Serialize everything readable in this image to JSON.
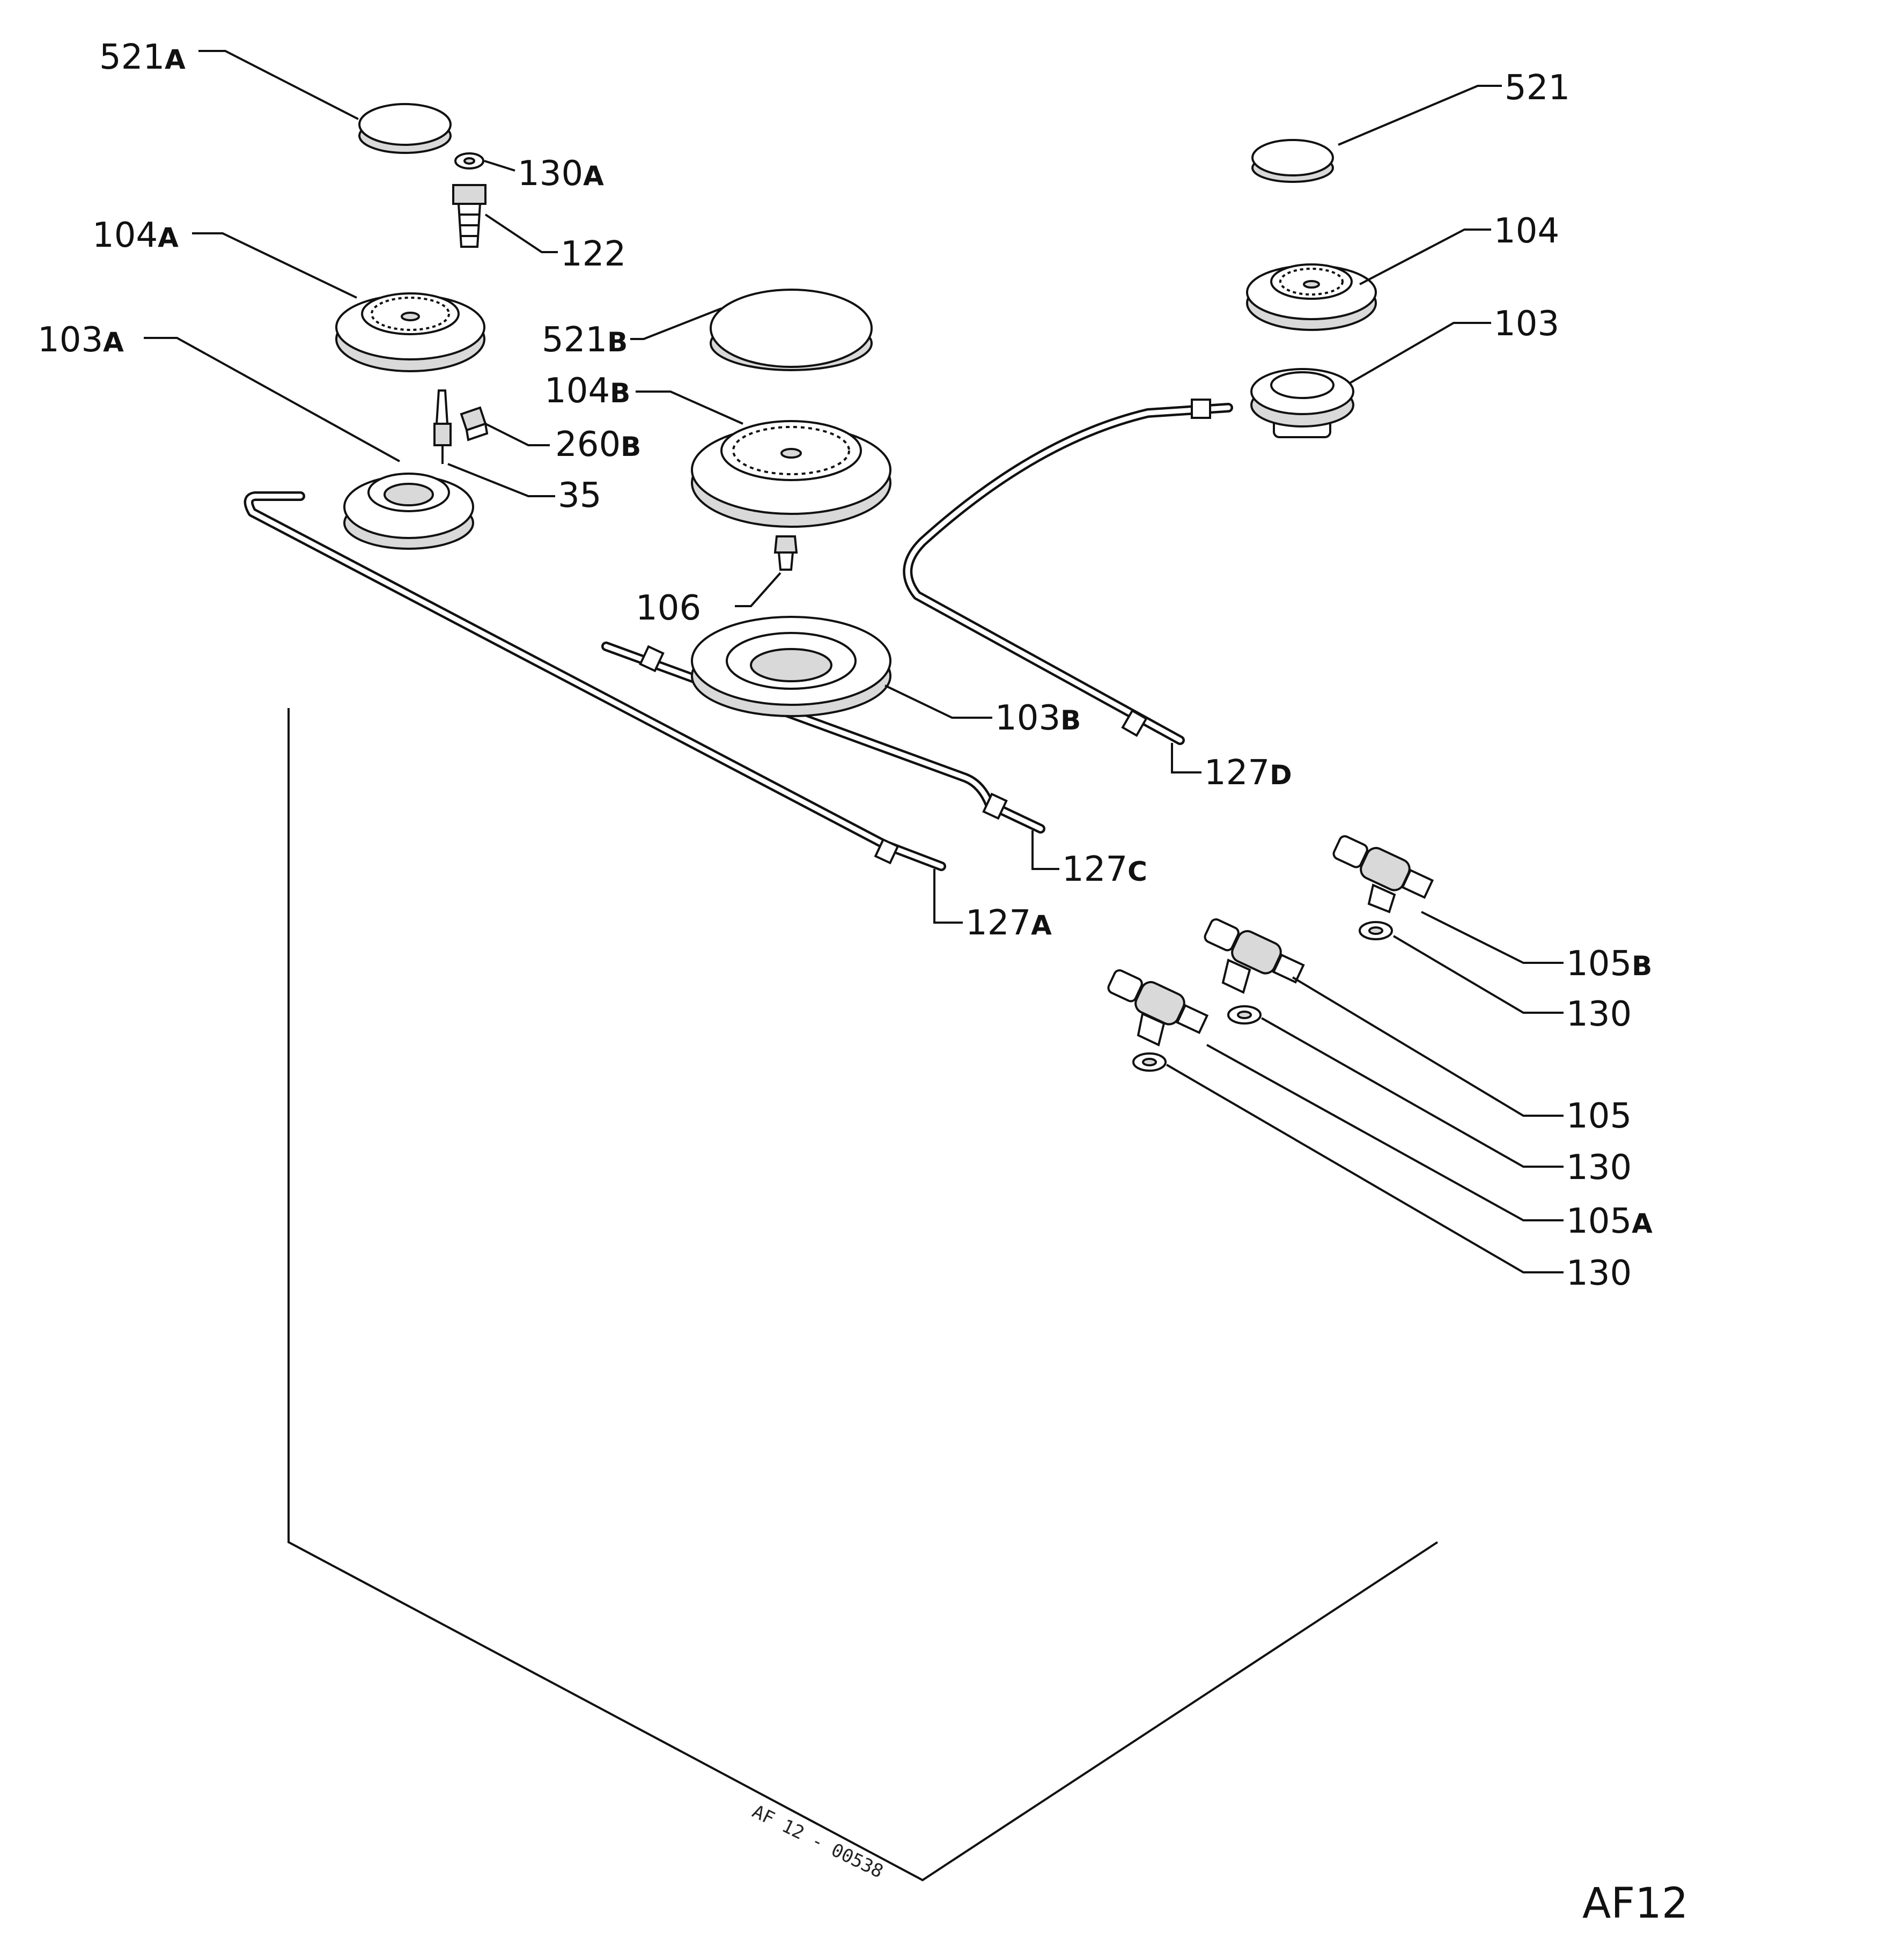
{
  "labels": [
    {
      "id": "521a",
      "num": "521",
      "sfx": "A"
    },
    {
      "id": "130a",
      "num": "130",
      "sfx": "A"
    },
    {
      "id": "122",
      "num": "122",
      "sfx": ""
    },
    {
      "id": "104a",
      "num": "104",
      "sfx": "A"
    },
    {
      "id": "103a",
      "num": "103",
      "sfx": "A"
    },
    {
      "id": "521b",
      "num": "521",
      "sfx": "B"
    },
    {
      "id": "104b",
      "num": "104",
      "sfx": "B"
    },
    {
      "id": "260b",
      "num": "260",
      "sfx": "B"
    },
    {
      "id": "35",
      "num": "35",
      "sfx": ""
    },
    {
      "id": "106",
      "num": "106",
      "sfx": ""
    },
    {
      "id": "103b",
      "num": "103",
      "sfx": "B"
    },
    {
      "id": "521",
      "num": "521",
      "sfx": ""
    },
    {
      "id": "104",
      "num": "104",
      "sfx": ""
    },
    {
      "id": "103",
      "num": "103",
      "sfx": ""
    },
    {
      "id": "127d",
      "num": "127",
      "sfx": "D"
    },
    {
      "id": "127c",
      "num": "127",
      "sfx": "C"
    },
    {
      "id": "127a",
      "num": "127",
      "sfx": "A"
    },
    {
      "id": "105b",
      "num": "105",
      "sfx": "B"
    },
    {
      "id": "130-1",
      "num": "130",
      "sfx": ""
    },
    {
      "id": "105",
      "num": "105",
      "sfx": ""
    },
    {
      "id": "130-2",
      "num": "130",
      "sfx": ""
    },
    {
      "id": "105a",
      "num": "105",
      "sfx": "A"
    },
    {
      "id": "130-3",
      "num": "130",
      "sfx": ""
    }
  ],
  "drawing_ref": "AF 12 - 00538",
  "figure_code": "AF12"
}
